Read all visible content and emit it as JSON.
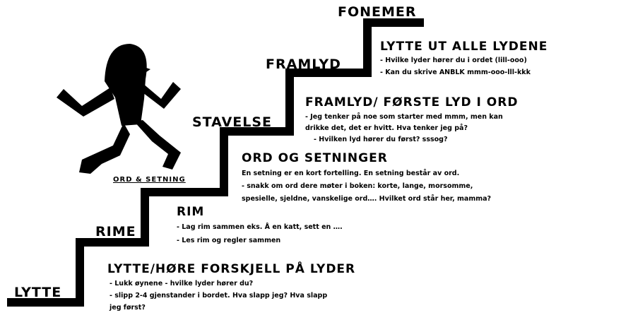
{
  "steps": {
    "lytte": "LYTTE",
    "rime": "RIME",
    "ord_setning": "ORD & SETNING",
    "stavelse": "STAVELSE",
    "framlyd": "FRAMLYD",
    "fonemer": "FONEMER"
  },
  "sections": {
    "lytte_ut": {
      "title": "LYTTE UT ALLE LYDENE",
      "lines": [
        "- Hvilke lyder hører du i ordet (lill-ooo)",
        "- Kan du skrive ANBLK mmm-ooo-lll-kkk"
      ]
    },
    "framlyd_forste": {
      "title": "FRAMLYD/ FØRSTE LYD I ORD",
      "lines": [
        "- Jeg tenker på noe som starter med mmm, men kan",
        "drikke det, det er hvitt. Hva tenker jeg på?",
        "- Hvilken lyd hører du først? sssog?"
      ]
    },
    "ord_og_setninger": {
      "title": "ORD OG SETNINGER",
      "lines": [
        "En setning er en kort fortelling. En setning består av ord.",
        "- snakk om ord dere møter i boken: korte, lange, morsomme,",
        "spesielle, sjeldne, vanskelige ord…. Hvilket ord står her, mamma?"
      ]
    },
    "rim": {
      "title": "RIM",
      "lines": [
        "- Lag rim sammen eks. Å en katt, sett en ….",
        "- Les rim og regler sammen"
      ]
    },
    "lytte_hore": {
      "title": "LYTTE/HØRE FORSKJELL PÅ LYDER",
      "lines": [
        "- Lukk øynene - hvilke lyder hører du?",
        "- slipp 2-4 gjenstander i bordet. Hva slapp jeg? Hva slapp",
        "jeg først?"
      ]
    }
  },
  "colors": {
    "ink": "#000000",
    "background": "#ffffff"
  },
  "icons": [
    "running-stick-figure"
  ]
}
